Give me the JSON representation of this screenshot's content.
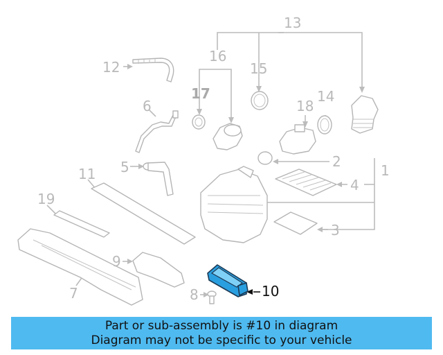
{
  "diagram": {
    "labels": {
      "l1": "1",
      "l2": "2",
      "l3": "3",
      "l4": "4",
      "l5": "5",
      "l6": "6",
      "l7": "7",
      "l8": "8",
      "l9": "9",
      "l10": "10",
      "l11": "11",
      "l12": "12",
      "l13": "13",
      "l14": "14",
      "l15": "15",
      "l16": "16",
      "l17": "17",
      "l18": "18",
      "l19": "19"
    },
    "highlight_color": "#2a9fe0",
    "label_color": "#b9b9b9"
  },
  "banner": {
    "line1": "Part or sub-assembly is #10 in diagram",
    "line2": "Diagram may not be specific to your vehicle",
    "background": "#4fbaf0"
  }
}
